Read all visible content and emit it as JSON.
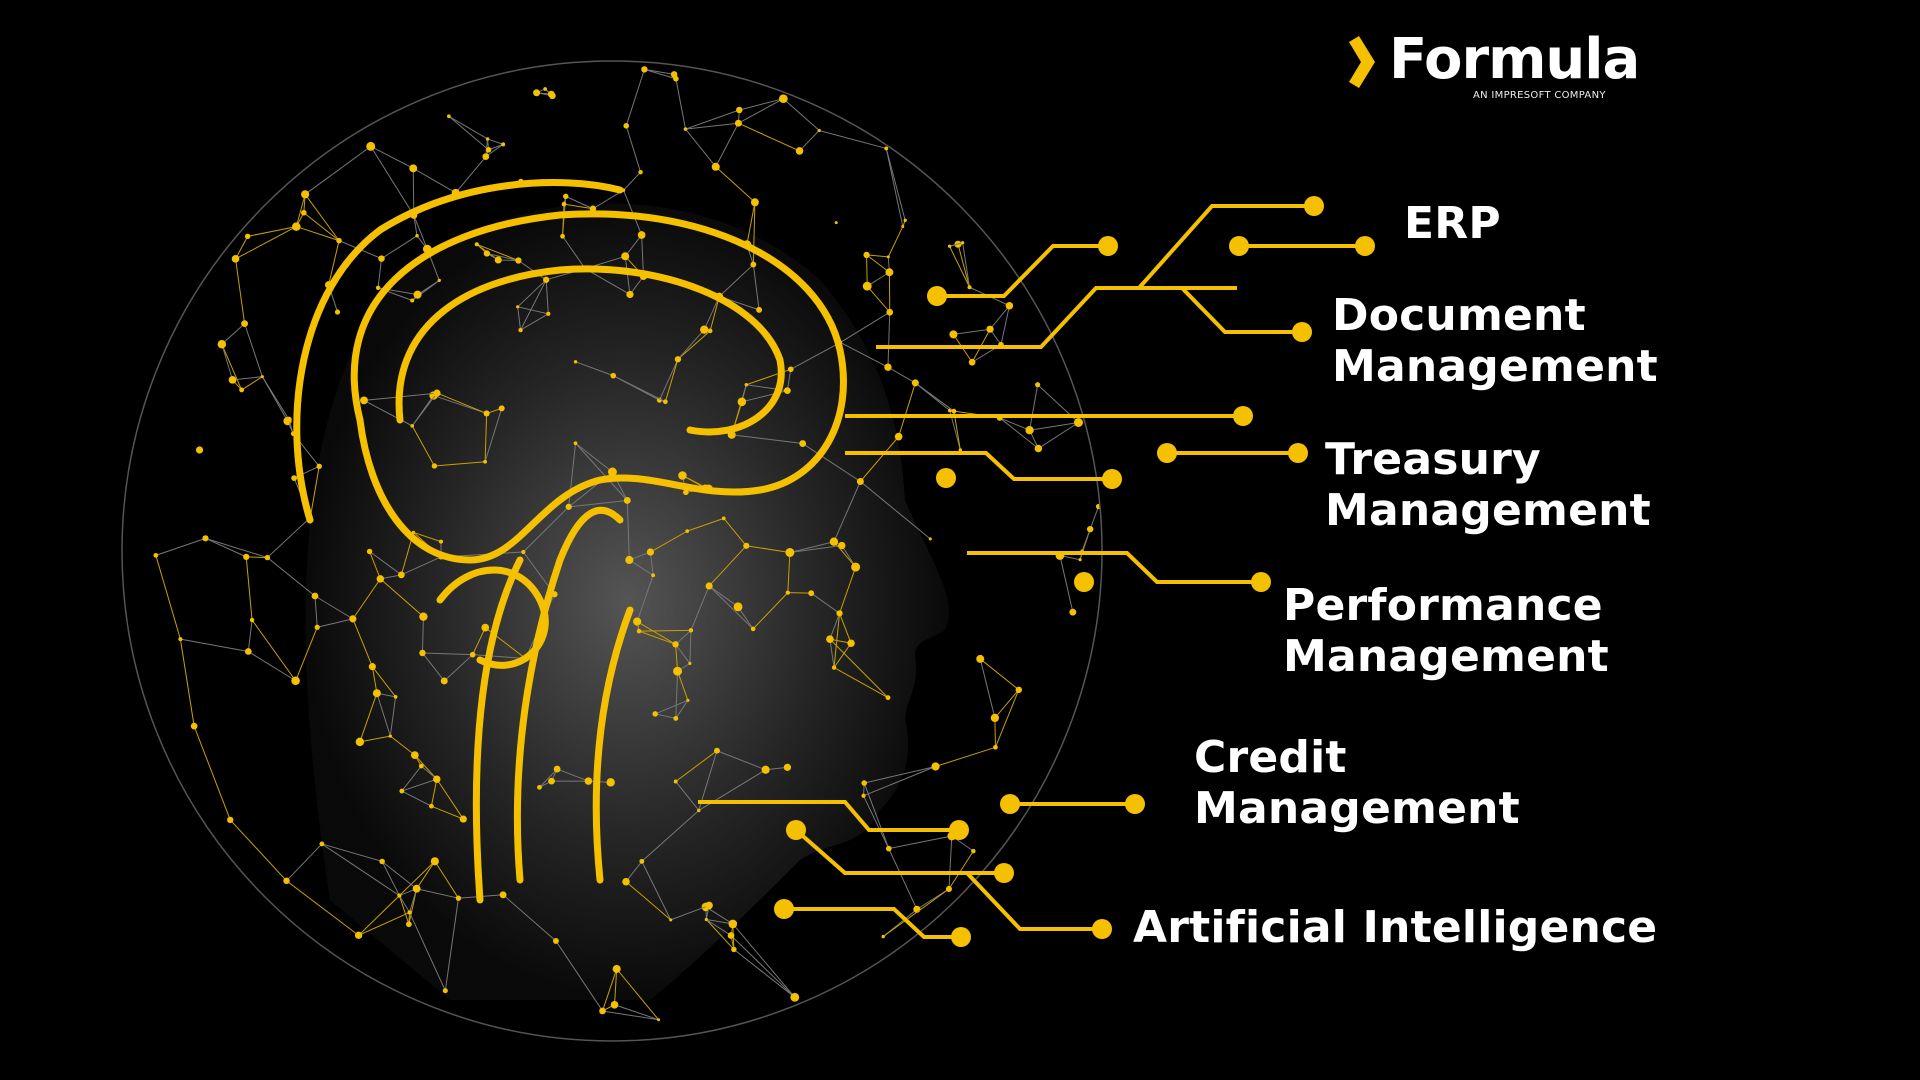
{
  "brand": {
    "name": "Formula",
    "tagline": "AN IMPRESOFT COMPANY",
    "accent": "#f5c000"
  },
  "modules": [
    {
      "line1": "ERP",
      "line2": ""
    },
    {
      "line1": "Document",
      "line2": "Management"
    },
    {
      "line1": "Treasury",
      "line2": "Management"
    },
    {
      "line1": "Performance",
      "line2": "Management"
    },
    {
      "line1": "Credit",
      "line2": "Management"
    },
    {
      "line1": "Artificial Intelligence",
      "line2": ""
    }
  ],
  "colors": {
    "background": "#000000",
    "network": "#8a8a8a",
    "accent": "#f5c000",
    "text": "#ffffff"
  }
}
